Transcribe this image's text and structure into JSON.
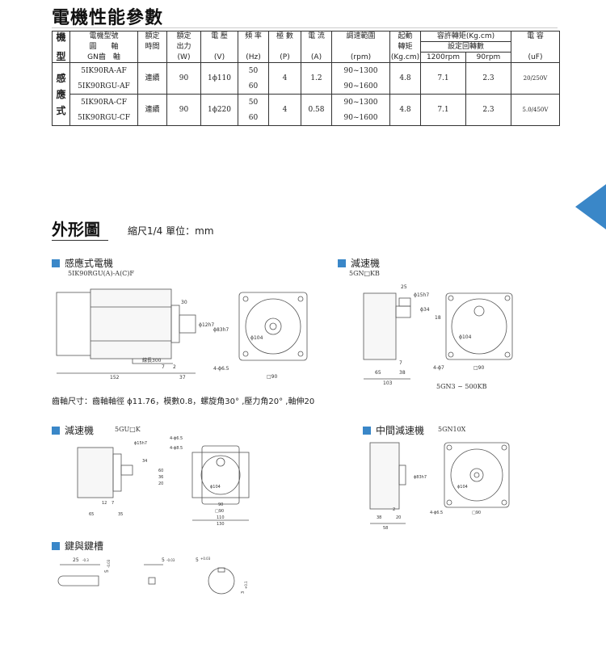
{
  "title": "電機性能參數",
  "table": {
    "head": {
      "col0": [
        "機",
        "型"
      ],
      "model": [
        "電機型號",
        "圓　　軸",
        "GN齒　軸"
      ],
      "rated_time": [
        "額定",
        "時間"
      ],
      "rated_output": [
        "額定",
        "出力",
        "(W)"
      ],
      "voltage": [
        "電 壓",
        "(V)"
      ],
      "freq": [
        "頻 率",
        "(Hz)"
      ],
      "poles": [
        "極 數",
        "(P)"
      ],
      "current": [
        "電 流",
        "(A)"
      ],
      "speed_range": [
        "調速範圍",
        "(rpm)"
      ],
      "start_torque": [
        "起動",
        "轉矩",
        "(Kg.cm)"
      ],
      "allow_torque": "容許轉矩(Kg.cm)",
      "set_speed": "設定回轉數",
      "rpm1200": "1200rpm",
      "rpm90": "90rpm",
      "capacitor": [
        "電 容",
        "(uF)"
      ]
    },
    "group_label": [
      "感",
      "應",
      "式"
    ],
    "rows": [
      {
        "models": [
          "5IK90RA-AF",
          "5IK90RGU-AF"
        ],
        "time": "連續",
        "output": "90",
        "voltage": "1ϕ110",
        "freq": [
          "50",
          "60"
        ],
        "poles": "4",
        "current": "1.2",
        "speed": [
          "90~1300",
          "90~1600"
        ],
        "start": "4.8",
        "t1200": "7.1",
        "t90": "2.3",
        "cap": "20/250V"
      },
      {
        "models": [
          "5IK90RA-CF",
          "5IK90RGU-CF"
        ],
        "time": "連續",
        "output": "90",
        "voltage": "1ϕ220",
        "freq": [
          "50",
          "60"
        ],
        "poles": "4",
        "current": "0.58",
        "speed": [
          "90~1300",
          "90~1600"
        ],
        "start": "4.8",
        "t1200": "7.1",
        "t90": "2.3",
        "cap": "5.0/450V"
      }
    ]
  },
  "outline": {
    "title": "外形圖",
    "scale": "縮尺1/4  單位：mm"
  },
  "sections": {
    "induction": {
      "label": "感應式電機",
      "model": "5IK90RGU(A)-A(C)F"
    },
    "reducer1": {
      "label": "減速機",
      "model": "5GN□KB",
      "footer": "5GN3 ~ 500KB"
    },
    "gear_note": "齒軸尺寸：齒軸軸徑 ϕ11.76，模數0.8，螺旋角30° ,壓力角20° ,軸伸20",
    "reducer2": {
      "label": "減速機",
      "model": "5GU□K"
    },
    "middle": {
      "label": "中間減速機",
      "model": "5GN10X"
    },
    "key": {
      "label": "鍵與鍵槽"
    }
  },
  "dims": {
    "motor": {
      "d30": "30",
      "d12h7": "ϕ12h7",
      "d83h7": "ϕ83h7",
      "lead": "線長300",
      "d7": "7",
      "d2": "2",
      "d152": "152",
      "d37": "37",
      "holes": "4-ϕ6.5",
      "sq90": "□90",
      "d104": "ϕ104"
    },
    "red1": {
      "d25": "25",
      "d15h7": "ϕ15h7",
      "d34": "ϕ34",
      "d18": "18",
      "d7": "7",
      "d65": "65",
      "d38": "38",
      "d103": "103",
      "holes": "4-ϕ7",
      "sq90": "□90",
      "d104": "ϕ104"
    },
    "red2": {
      "holes1": "4-ϕ6.5",
      "holes2": "4-ϕ8.5",
      "d15h7": "ϕ15h7",
      "d34": "34",
      "d60": "60",
      "d36": "36",
      "d20": "20",
      "d12": "12",
      "d7": "7",
      "d65": "65",
      "d35": "35",
      "d90": "90",
      "sq90": "□90",
      "d110": "110",
      "d130": "130",
      "d104": "ϕ104"
    },
    "mid": {
      "d83h7": "ϕ83h7",
      "d2": "2",
      "d38": "38",
      "d20": "20",
      "d58": "58",
      "holes": "4-ϕ6.5",
      "sq90": "□90",
      "d104": "ϕ104"
    },
    "key": {
      "d25": "25",
      "t25": "-0.3",
      "w5": "5",
      "tw5": "-0.03",
      "h5": "5",
      "th5": "-0.03",
      "s5": "5",
      "ts5": "+0.03",
      "d3": "3",
      "td3": "+0.1"
    }
  }
}
